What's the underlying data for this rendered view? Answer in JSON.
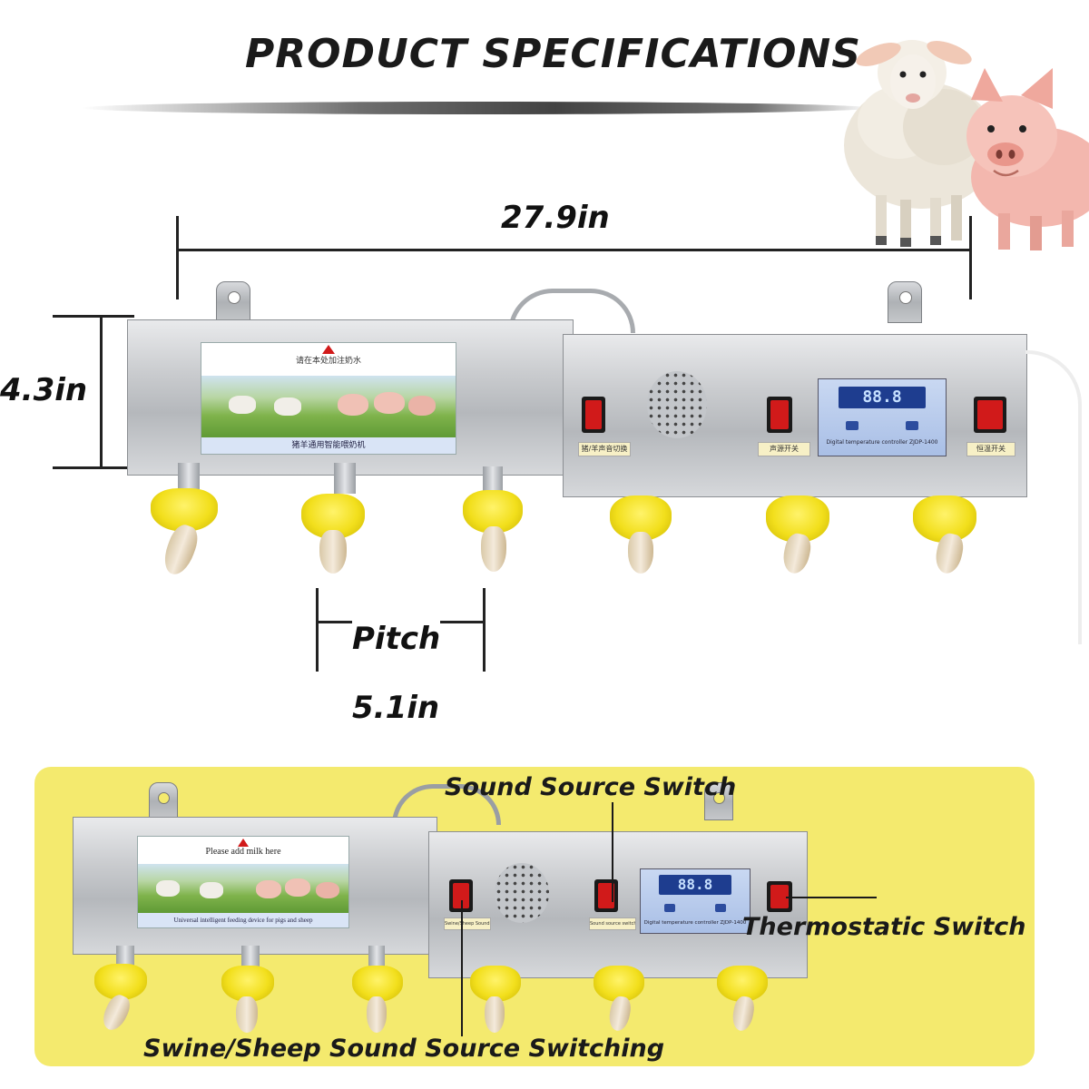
{
  "header": {
    "title": "PRODUCT SPECIFICATIONS"
  },
  "dimensions": {
    "length": "27.9in",
    "height": "4.3in",
    "pitch_label": "Pitch",
    "pitch_value": "5.1in"
  },
  "top_unit": {
    "sticker_arrow_text": "请在本处加注奶水",
    "sticker_caption": "猪羊通用智能喂奶机",
    "switch1_tag": "猪/羊声音切换",
    "switch2_tag": "声源开关",
    "switch3_tag": "恒温开关",
    "controller_caption": "Digital temperature controller ZJDP-1400",
    "lcd_digits": "88.8"
  },
  "bottom_unit": {
    "sticker_arrow_text": "Please add milk here",
    "sticker_caption": "Universal intelligent feeding device for pigs and sheep",
    "switch1_tag": "Swine/Sheep Sound Source Switching",
    "switch2_tag": "Sound source switch",
    "controller_caption": "Digital temperature controller ZJDP-1400",
    "lcd_digits": "88.8"
  },
  "callouts": {
    "sound_source_switch": "Sound Source Switch",
    "thermostatic_switch": "Thermostatic Switch",
    "sound_source_switching": "Swine/Sheep Sound Source Switching"
  },
  "colors": {
    "panel_yellow": "#f4ea6e",
    "nipple_yellow": "#f2df1c",
    "switch_red": "#d11a1a",
    "lcd_blue": "#1e3d8f"
  }
}
